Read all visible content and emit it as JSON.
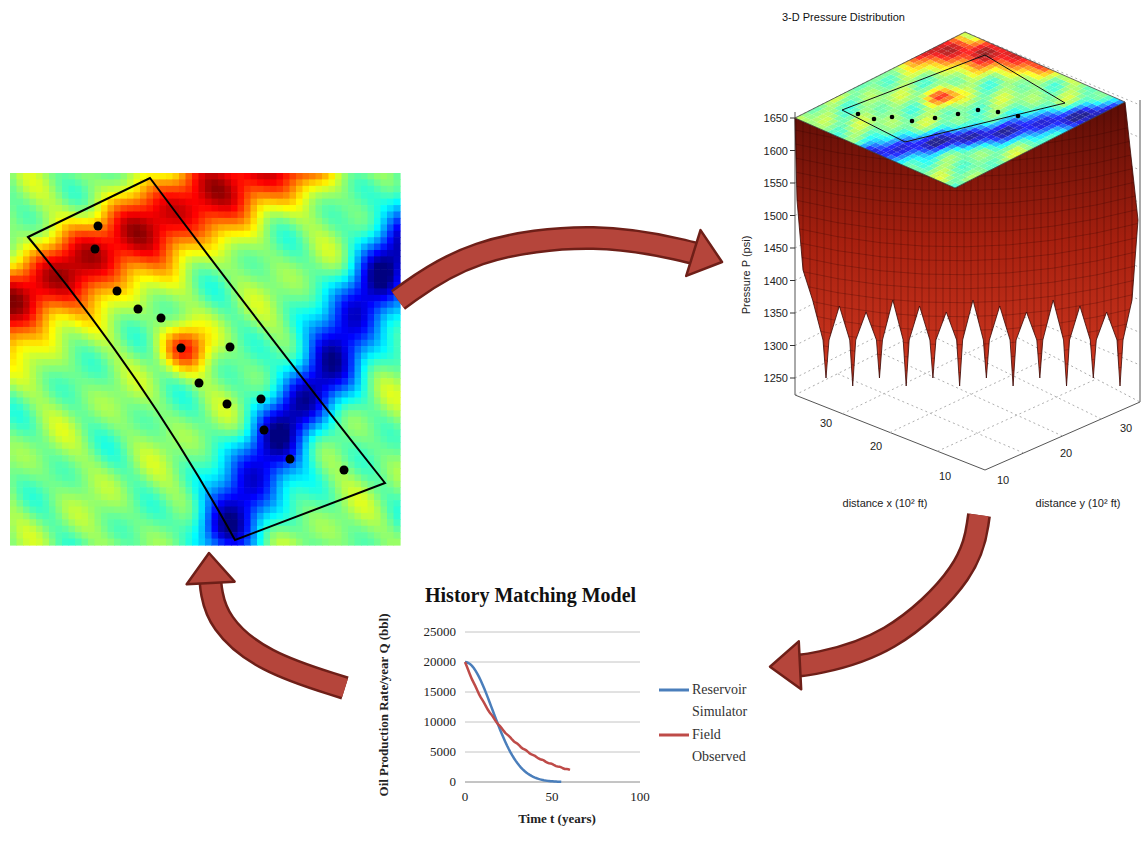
{
  "diagram": {
    "nodes": [
      {
        "text": [
          "3-D Pressure Distribution"
        ]
      },
      {
        "text": [
          "History Matching Model"
        ]
      }
    ],
    "edges": [
      {
        "from": 0,
        "to": 1,
        "arrow": "to"
      }
    ],
    "labels": [
      "Pressure P (psi)",
      "1650",
      "1600",
      "1550",
      "1500",
      "1450",
      "1400",
      "1350",
      "1300",
      "1250",
      "30",
      "20",
      "10",
      "10",
      "20",
      "30",
      "distance x (10² ft)",
      "distance y (10² ft)",
      "Oil Production Rate/year Q (bbl)",
      "25000",
      "20000",
      "15000",
      "10000",
      "5000",
      "0",
      "0",
      "50",
      "100",
      "Time t (years)"
    ],
    "legend": [
      {
        "text": "Reservoir Simulator"
      },
      {
        "text": "Field Observed"
      }
    ]
  }
}
